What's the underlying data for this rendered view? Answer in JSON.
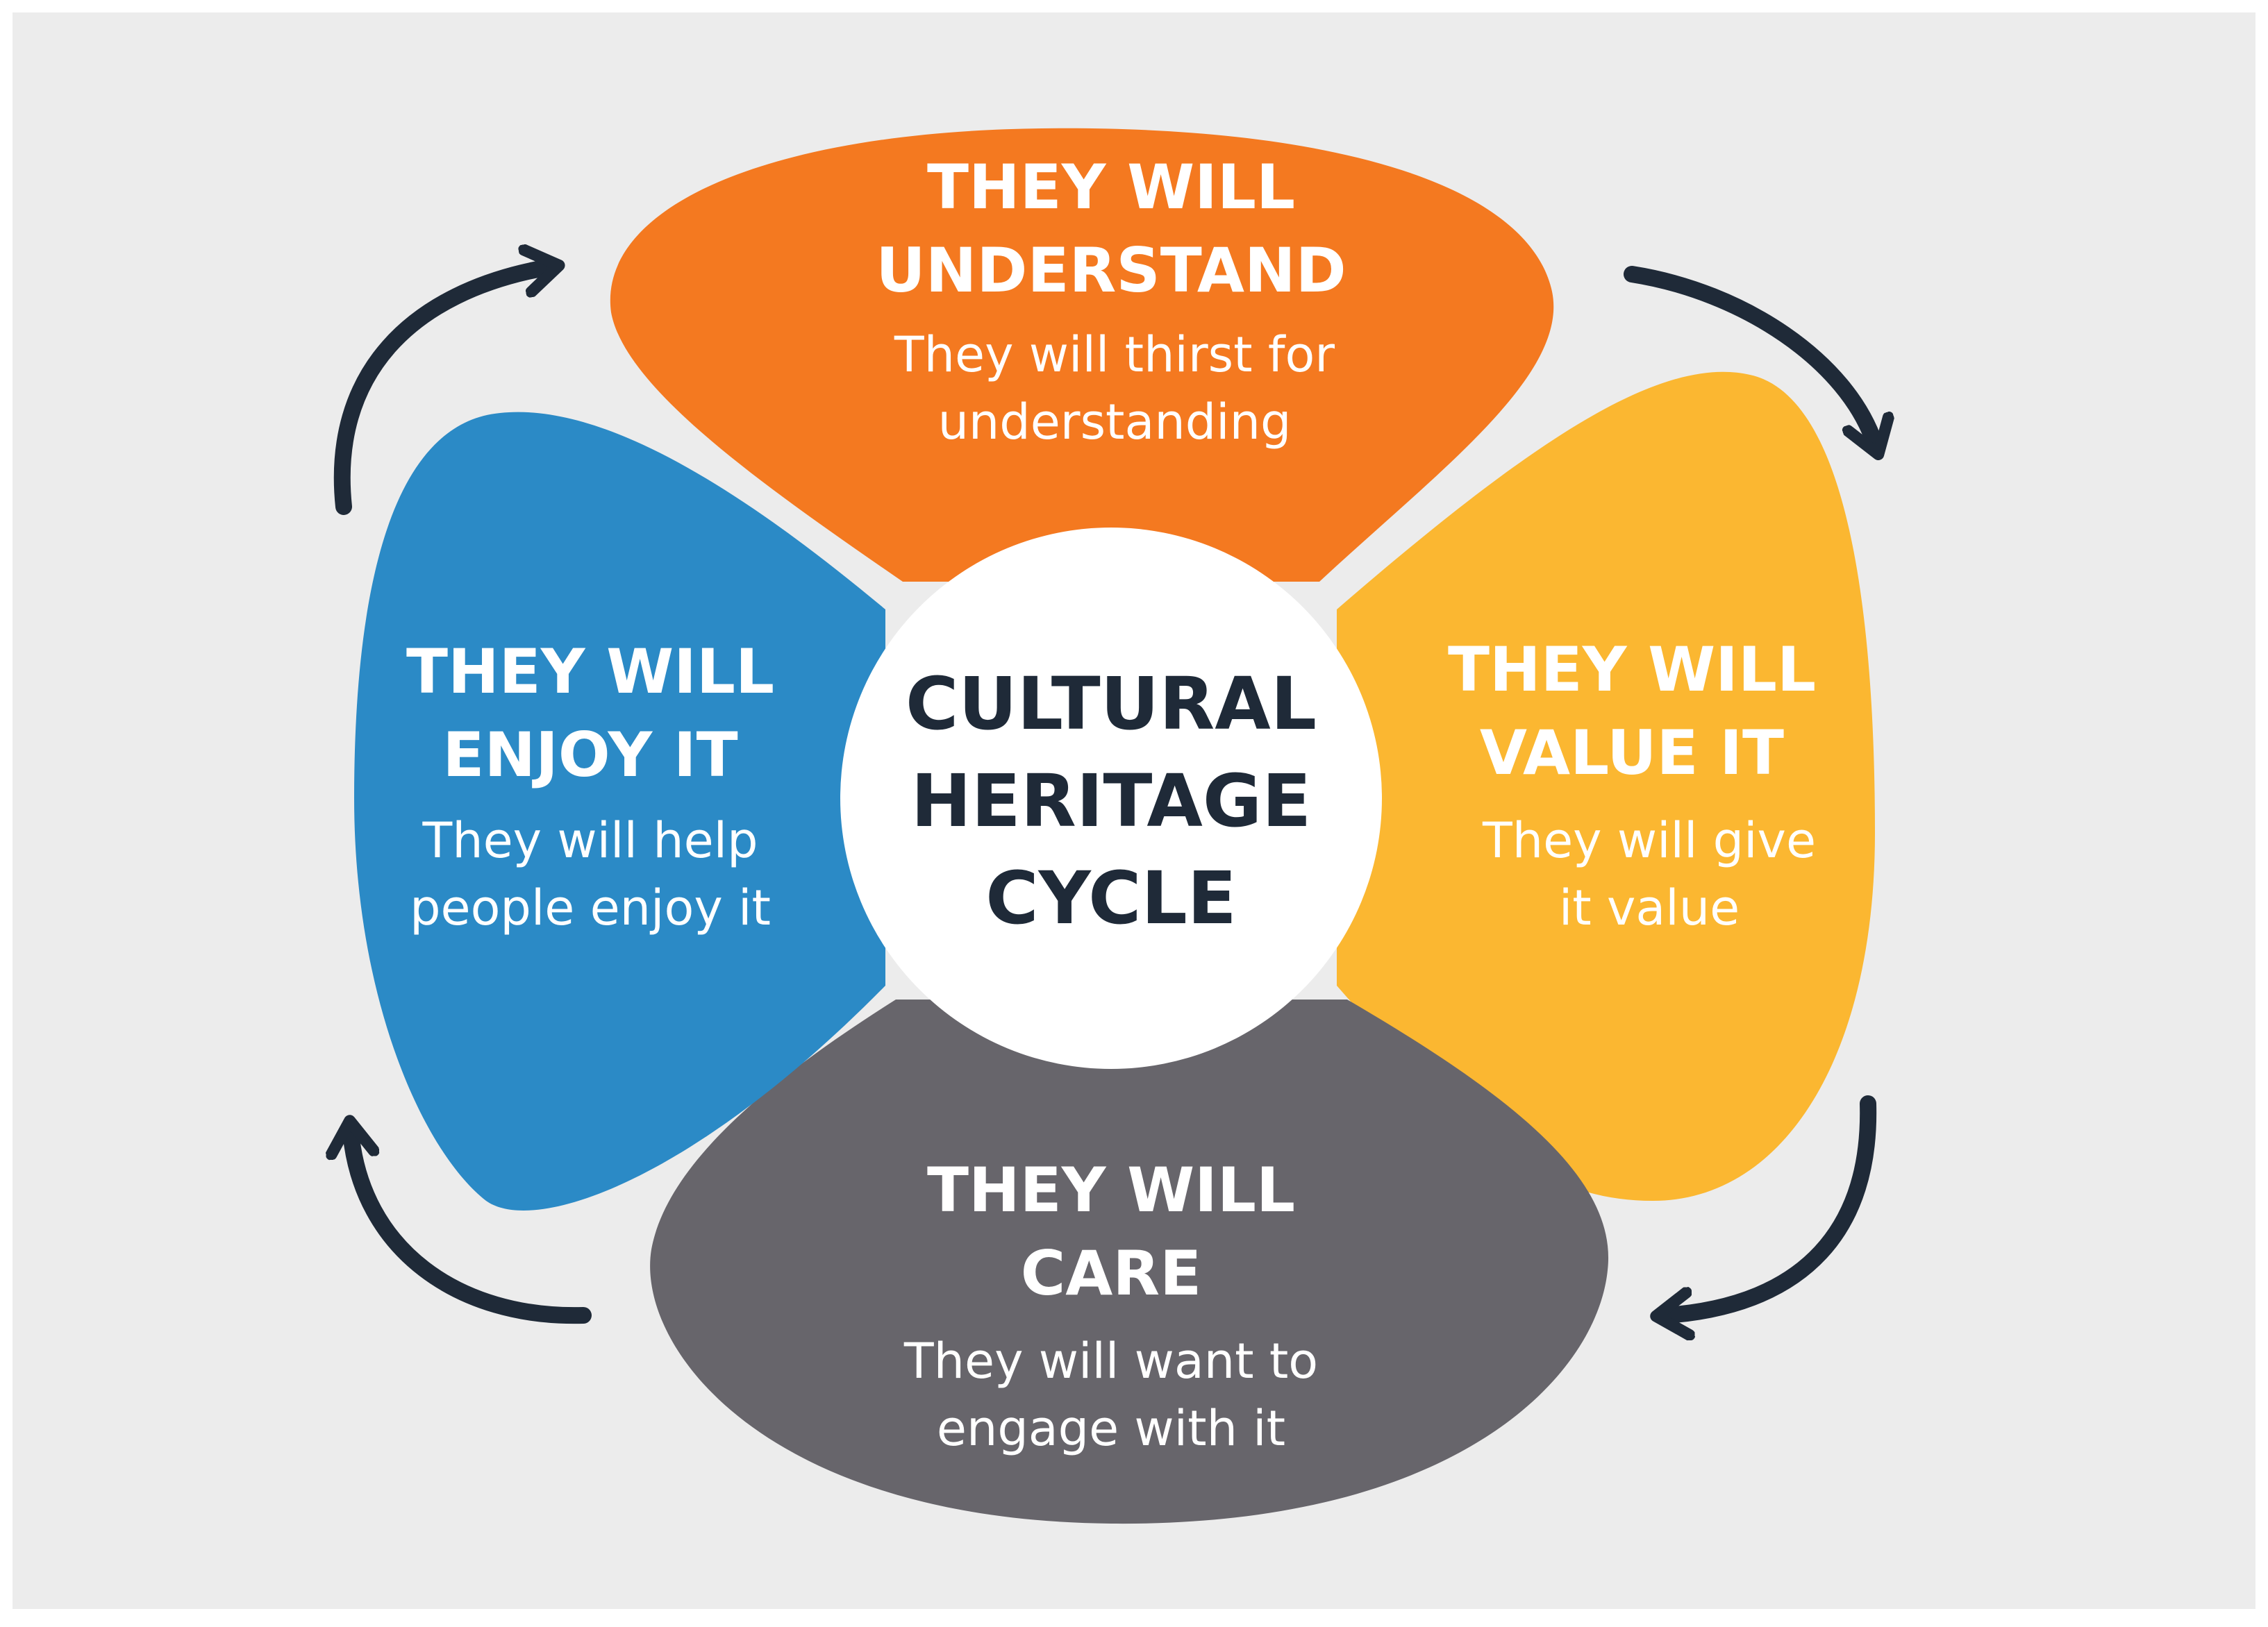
{
  "colors": {
    "background": "#ececec",
    "understand": "#f47920",
    "value": "#fbb731",
    "care": "#67656b",
    "enjoy": "#2b8ac6",
    "center": "#ffffff",
    "arrows": "#1f2a38",
    "petal_text": "#ffffff",
    "center_text": "#1f2a38"
  },
  "center": {
    "lines": [
      "CULTURAL",
      "HERITAGE",
      "CYCLE"
    ]
  },
  "petals": {
    "understand": {
      "title": [
        "THEY WILL",
        "UNDERSTAND"
      ],
      "text": [
        "They will thirst for",
        "understanding"
      ]
    },
    "value": {
      "title": [
        "THEY WILL",
        "VALUE IT"
      ],
      "text": [
        "They will give",
        "it value"
      ]
    },
    "care": {
      "title": [
        "THEY WILL",
        "CARE"
      ],
      "text": [
        "They will want to",
        "engage with it"
      ]
    },
    "enjoy": {
      "title": [
        "THEY WILL",
        "ENJOY IT"
      ],
      "text": [
        "They will help",
        "people enjoy it"
      ]
    }
  },
  "arrows": {
    "icon": "curved-arrow-icon",
    "direction": "clockwise"
  }
}
